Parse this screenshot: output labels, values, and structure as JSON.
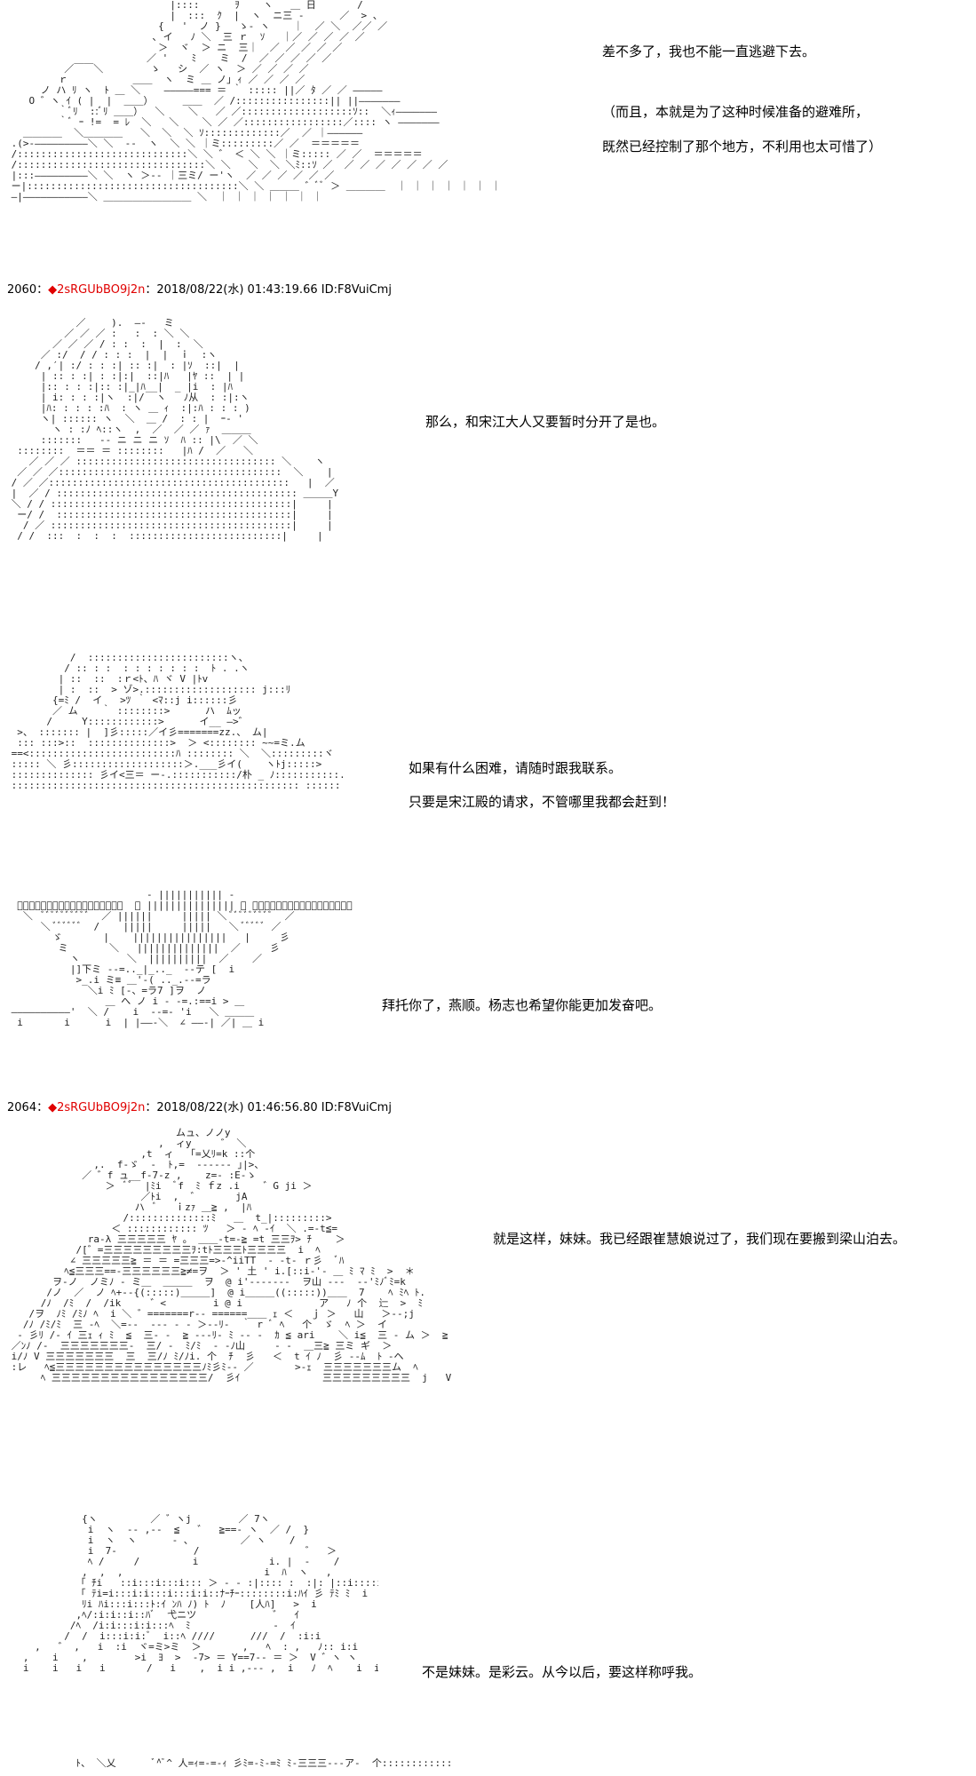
{
  "posts": [
    {
      "dialog": [
        "差不多了，我也不能一直逃避下去。",
        "（而且，本就是为了这种时候准备的避难所，",
        "既然已经控制了那个地方，不利用也太可惜了）"
      ]
    },
    {
      "header": {
        "number": "2060",
        "separator": "：",
        "trip": "◆2sRGUbBO9j2n",
        "datetime": "：2018/08/22(水) 01:43:19.66 ID:F8VuiCmj"
      },
      "dialog": [
        "那么，和宋江大人又要暂时分开了是也。",
        "如果有什么困难，请随时跟我联系。",
        "只要是宋江殿的请求，不管哪里我都会赶到！",
        "拜托你了，燕顺。杨志也希望你能更加发奋吧。"
      ]
    },
    {
      "header": {
        "number": "2064",
        "separator": "：",
        "trip": "◆2sRGUbBO9j2n",
        "datetime": "：2018/08/22(水) 01:46:56.80 ID:F8VuiCmj"
      },
      "dialog": [
        "就是这样，妹妹。我已经跟崔慧娘说过了，我们现在要搬到梁山泊去。",
        "不是妹妹。是彩云。从今以后，要这样称呼我。"
      ]
    }
  ]
}
